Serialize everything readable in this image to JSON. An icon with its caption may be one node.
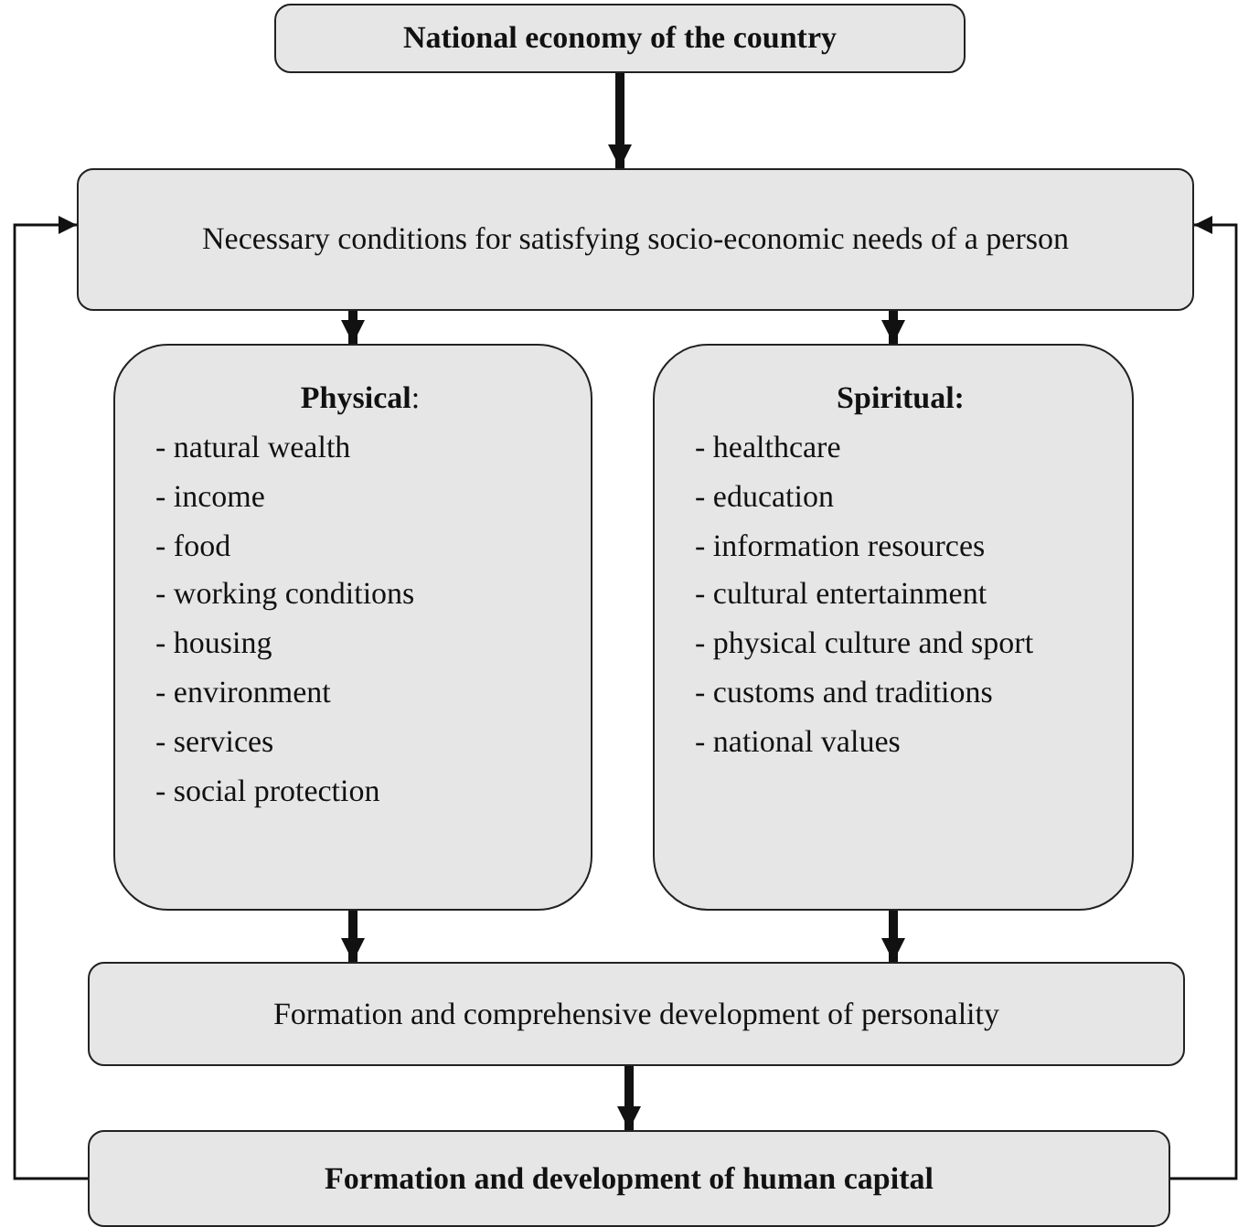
{
  "diagram": {
    "nodes": [
      {
        "text": [
          "National economy of the country"
        ]
      },
      {
        "text": [
          "Necessary conditions for satisfying socio-economic needs of a person"
        ]
      },
      {
        "text": [
          "**Physical**:",
          "- natural wealth",
          "- income",
          "- food",
          "- working conditions",
          "- housing",
          "- environment",
          "- services",
          "- social protection"
        ]
      },
      {
        "text": [
          "**Spiritual:**",
          "- healthcare",
          "- education",
          "- information resources",
          "- cultural entertainment",
          "- physical culture and sport",
          "- customs and traditions",
          "- national values"
        ]
      },
      {
        "text": [
          "Formation and comprehensive development of personality"
        ]
      },
      {
        "text": [
          "Formation and development of human capital"
        ]
      }
    ],
    "edges": [
      {
        "from": 0,
        "to": 1,
        "arrow": "to"
      },
      {
        "from": 1,
        "to": 2,
        "arrow": "to"
      },
      {
        "from": 1,
        "to": 3,
        "arrow": "to"
      },
      {
        "from": 2,
        "to": 4,
        "arrow": "to"
      },
      {
        "from": 3,
        "to": 4,
        "arrow": "to"
      },
      {
        "from": 4,
        "to": 5,
        "arrow": "to"
      },
      {
        "from": 5,
        "to": 1,
        "arrow": "to"
      },
      {
        "from": 5,
        "to": 1,
        "arrow": "to"
      }
    ]
  }
}
